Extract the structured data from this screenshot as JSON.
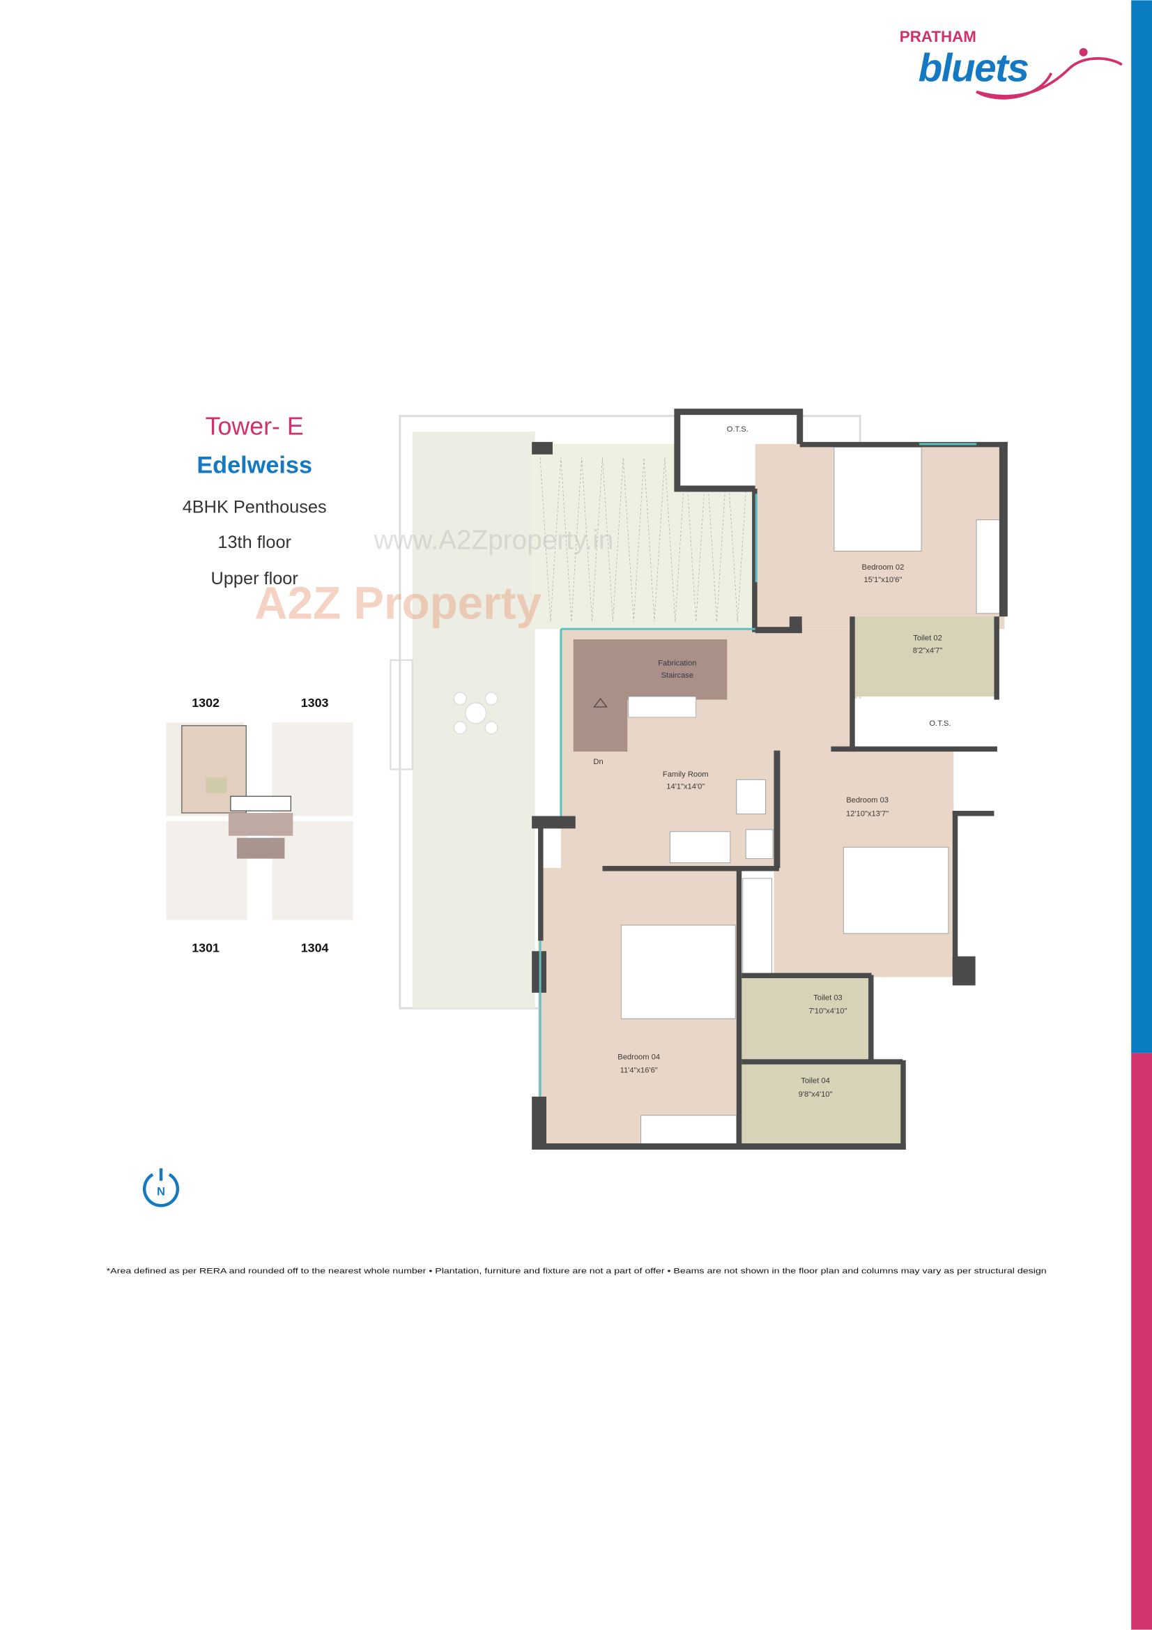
{
  "brand": {
    "line1": "PRATHAM",
    "line2": "bluets",
    "primary_color": "#1479c2",
    "accent_color": "#d0306e"
  },
  "unit_info": {
    "tower": "Tower- E",
    "name": "Edelweiss",
    "type": "4BHK Penthouses",
    "floor": "13th floor",
    "level": "Upper floor"
  },
  "key_plan": {
    "units": [
      "1302",
      "1303",
      "1301",
      "1304"
    ],
    "highlighted": "1302"
  },
  "floor_plan": {
    "rooms": [
      {
        "name": "Bedroom 02",
        "size": "15'1\"x10'6\""
      },
      {
        "name": "Toilet 02",
        "size": "8'2\"x4'7\""
      },
      {
        "name": "Family Room",
        "size": "14'1\"x14'0\""
      },
      {
        "name": "Bedroom 03",
        "size": "12'10\"x13'7\""
      },
      {
        "name": "Bedroom 04",
        "size": "11'4\"x16'6\""
      },
      {
        "name": "Toilet 03",
        "size": "7'10\"x4'10\""
      },
      {
        "name": "Toilet 04",
        "size": "9'8\"x4'10\""
      }
    ],
    "staircase": {
      "line1": "Fabrication",
      "line2": "Staircase",
      "direction": "Dn"
    },
    "ots_label": "O.T.S."
  },
  "compass": {
    "label": "N",
    "icon": "north-compass-icon"
  },
  "watermark": {
    "url": "www.A2Zproperty.in",
    "brand": "A2Z Property"
  },
  "footnote": "*Area defined as per RERA and rounded off to the nearest whole number • Plantation, furniture and fixture are not a part of offer • Beams are not shown in the floor plan and columns may vary as per structural design",
  "side_bar_colors": {
    "top": "#0a7cc2",
    "bottom": "#d4356f"
  }
}
